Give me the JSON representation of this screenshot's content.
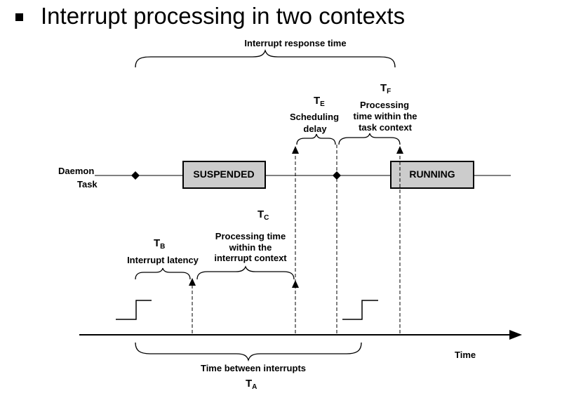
{
  "slide": {
    "bullet_text": "Interrupt processing in two contexts"
  },
  "diagram": {
    "response_time_label": "Interrupt response time",
    "daemon_label_line1": "Daemon",
    "daemon_label_line2": "Task",
    "suspended_label": "SUSPENDED",
    "running_label": "RUNNING",
    "time_label": "Time",
    "te": {
      "symbol": "T",
      "subscript": "E",
      "line1": "Scheduling",
      "line2": "delay"
    },
    "tf": {
      "symbol": "T",
      "subscript": "F",
      "line1": "Processing",
      "line2": "time within the",
      "line3": "task context"
    },
    "tc": {
      "symbol": "T",
      "subscript": "C",
      "line1": "Processing time",
      "line2": "within the",
      "line3": "interrupt context"
    },
    "tb": {
      "symbol": "T",
      "subscript": "B",
      "line1": "Interrupt latency"
    },
    "ta": {
      "symbol": "T",
      "subscript": "A",
      "line1": "Time between interrupts"
    }
  },
  "colors": {
    "box_fill": "#cccccc",
    "ink": "#000000"
  }
}
